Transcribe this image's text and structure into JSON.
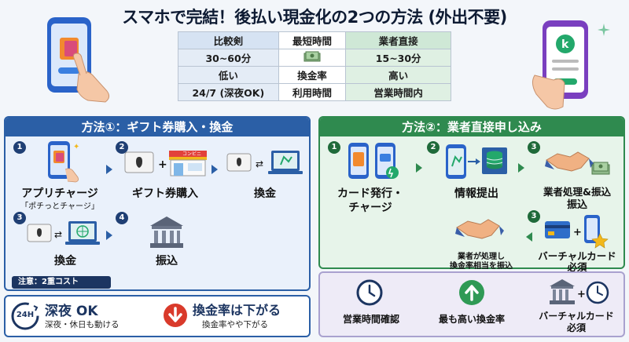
{
  "title": "スマホで完結！後払い現金化の2つの方法 (外出不要)",
  "comparison": {
    "rows": [
      [
        "比較剣",
        "最短時間",
        "業者直接"
      ],
      [
        "30~60分",
        "",
        "15~30分"
      ],
      [
        "低い",
        "換金率",
        "高い"
      ],
      [
        "24/7 (深夜OK)",
        "利用時間",
        "営業時間内"
      ]
    ],
    "icon": "money-stack-icon"
  },
  "method1": {
    "header": "方法①：ギフト券購入・換金",
    "steps": [
      {
        "num": "1",
        "label": "アプリチャージ",
        "sub": "「ポチっとチャージ」",
        "icon": "smartphone-app-icon"
      },
      {
        "num": "2",
        "label": "ギフト券購入",
        "icon": "gift-card-store-icon",
        "store": "コンビニ"
      },
      {
        "num": "",
        "label": "換金",
        "icon": "laptop-exchange-icon"
      },
      {
        "num": "3",
        "label": "換金",
        "icon": "card-exchange-laptop-icon"
      },
      {
        "num": "4",
        "label": "振込",
        "icon": "bank-icon"
      }
    ],
    "note": "注意：2重コスト",
    "plus": "+",
    "swap": "⇄"
  },
  "method1_bottom": {
    "left_title": "深夜 OK",
    "left_sub": "深夜・休日も動ける",
    "left_badge": "24H",
    "right_title": "換金率は下がる",
    "right_sub": "換金率やや下がる"
  },
  "method2": {
    "header": "方法②：業者直接申し込み",
    "steps": [
      {
        "num": "1",
        "label": "カード発行・\nチャージ",
        "line1": "カード発行・",
        "line2": "チャージ",
        "icon": "two-phones-card-icon"
      },
      {
        "num": "2",
        "label": "情報提出",
        "icon": "phone-to-database-icon"
      },
      {
        "num": "3",
        "label": "業者処理&振込",
        "line1": "業者処理&振込",
        "line2": "振込",
        "icon": "handshake-money-icon"
      },
      {
        "num": "",
        "label": "業者が処理し",
        "line1": "業者が処理し",
        "line2": "換金率相当を振込",
        "icon": "handshake-icon"
      },
      {
        "num": "3",
        "label": "バーチャルカード",
        "line1": "バーチャルカード",
        "line2": "必須",
        "icon": "virtual-card-phone-icon"
      }
    ],
    "plus": "+"
  },
  "method2_bottom": {
    "items": [
      {
        "label": "営業時間確認",
        "icon": "clock-icon"
      },
      {
        "label": "最も高い換金率",
        "icon": "up-arrow-circle-icon"
      },
      {
        "label": "バーチャルカード",
        "label2": "必須",
        "icon": "bank-clock-icon"
      }
    ]
  },
  "colors": {
    "blue": "#2b5fa6",
    "green": "#2f8a4f",
    "purple": "#a9a1cf",
    "red": "#d93a2b"
  }
}
